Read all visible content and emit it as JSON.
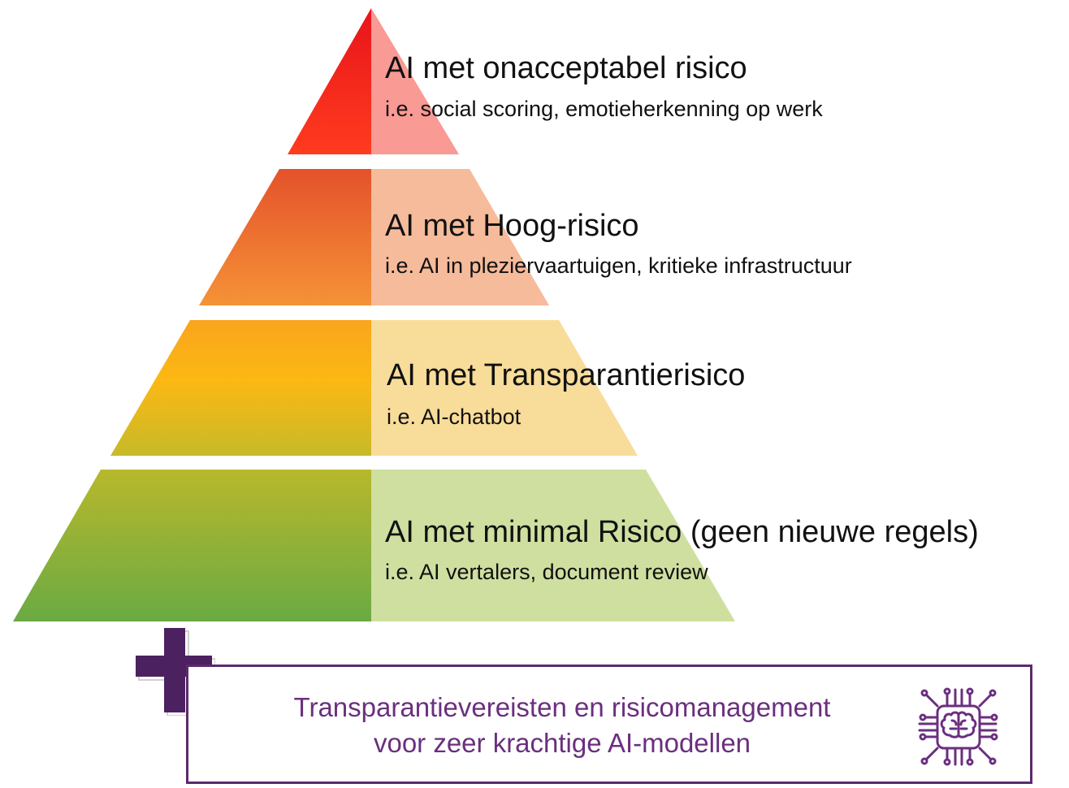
{
  "levels": [
    {
      "title": "AI met onacceptabel risico",
      "example": "i.e. social scoring, emotieherkenning op werk",
      "color": "#f2221b"
    },
    {
      "title": "AI met Hoog-risico",
      "example": "i.e. AI in pleziervaartuigen, kritieke infrastructuur",
      "color": "#ea6d2a"
    },
    {
      "title": "AI met Transparantierisico",
      "example": "i.e. AI-chatbot",
      "color": "#f5b411"
    },
    {
      "title": "AI met minimal Risico (geen nieuwe regels)",
      "example": "i.e. AI vertalers, document review",
      "color": "#8fbb3c"
    }
  ],
  "footer": {
    "line1": "Transparantievereisten en risicomanagement",
    "line2": "voor zeer krachtige AI-modellen",
    "icon": "ai-chip-brain-icon",
    "plus_icon": "plus-icon",
    "accent": "#5c2a6d"
  }
}
